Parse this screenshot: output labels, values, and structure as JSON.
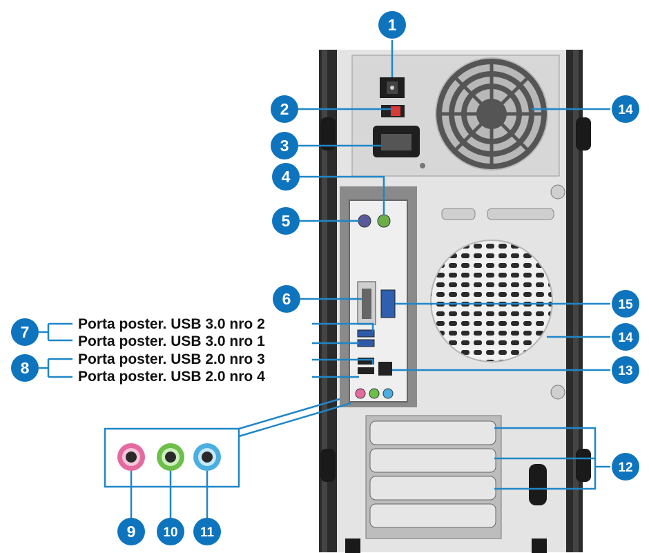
{
  "colors": {
    "callout": "#0e74bd",
    "leader_line": "#1f86c8",
    "case_dark": "#2b2b2b",
    "case_panel": "#e6e6e6",
    "jack_pink": "#e46aa0",
    "jack_green": "#6cbf4a",
    "jack_blue": "#4aaee0"
  },
  "callouts": {
    "c1": "1",
    "c2": "2",
    "c3": "3",
    "c4": "4",
    "c5": "5",
    "c6": "6",
    "c7": "7",
    "c8": "8",
    "c9": "9",
    "c10": "10",
    "c11": "11",
    "c12": "12",
    "c13": "13",
    "c14a": "14",
    "c14b": "14",
    "c15": "15"
  },
  "usb_labels": {
    "usb30_2": "Porta poster. USB 3.0 nro 2",
    "usb30_1": "Porta poster. USB 3.0 nro 1",
    "usb20_3": "Porta poster. USB 2.0 nro 3",
    "usb20_4": "Porta poster. USB 2.0 nro 4"
  }
}
